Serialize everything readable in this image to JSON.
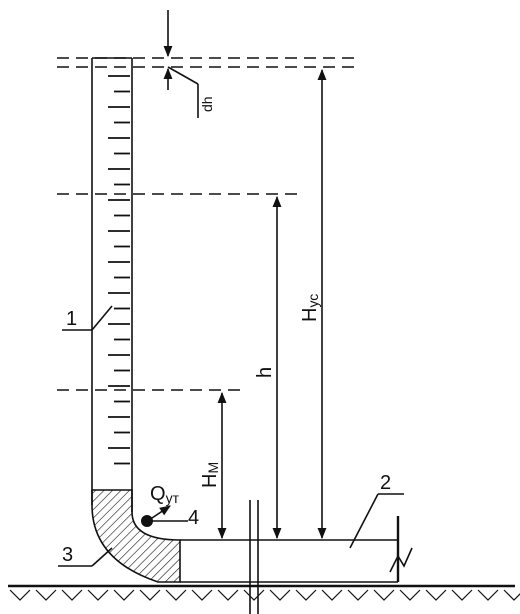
{
  "labels": {
    "item1": "1",
    "item2": "2",
    "item3": "3",
    "item4": "4",
    "dh": "dh",
    "h": "h",
    "hus_main": "H",
    "hus_sub": "ус",
    "hm_main": "H",
    "hm_sub": "М",
    "q_main": "Q",
    "q_sub": "ут"
  }
}
